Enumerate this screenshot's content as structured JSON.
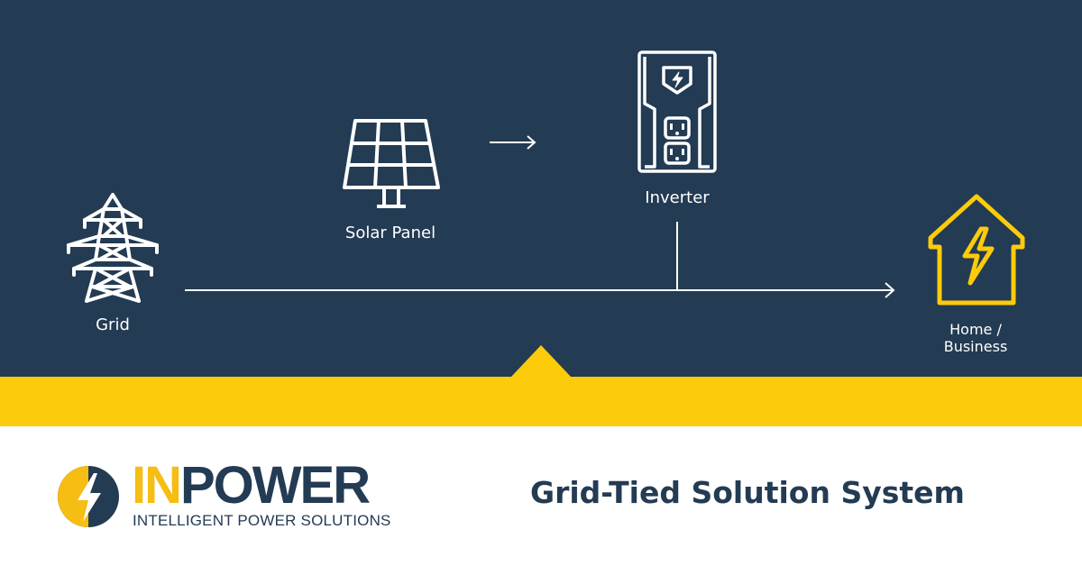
{
  "diagram": {
    "nodes": {
      "grid": {
        "label": "Grid",
        "icon": "transmission-tower-icon"
      },
      "solar": {
        "label": "Solar Panel",
        "icon": "solar-panel-icon"
      },
      "inverter": {
        "label": "Inverter",
        "icon": "inverter-icon"
      },
      "home": {
        "label": "Home / Business",
        "label_line1": "Home /",
        "label_line2": "Business",
        "icon": "house-lightning-icon"
      }
    },
    "colors": {
      "background": "#233b53",
      "accent": "#fccb0a",
      "line": "#ffffff"
    }
  },
  "footer": {
    "brand": {
      "part1": "IN",
      "part2": "POWER"
    },
    "tagline": "INTELLIGENT POWER SOLUTIONS",
    "headline": "Grid-Tied Solution System"
  }
}
